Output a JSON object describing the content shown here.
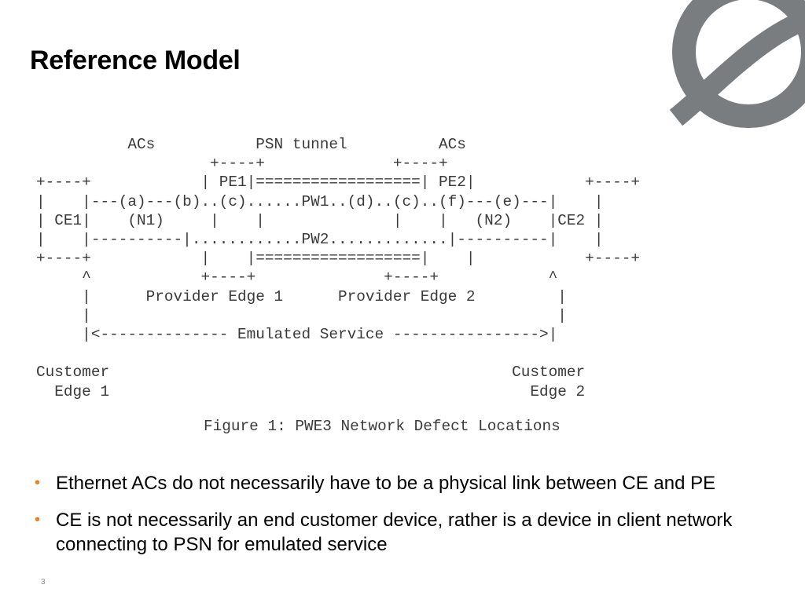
{
  "slide": {
    "title": "Reference Model",
    "page_number": "3",
    "bullet_color": "#f07f1e",
    "logo_color": "#7a7d80"
  },
  "figure": {
    "diagram_lines": [
      "          ACs           PSN tunnel          ACs",
      "                   +----+              +----+",
      "+----+            | PE1|==================| PE2|            +----+",
      "|    |---(a)---(b)..(c)......PW1..(d)..(c)..(f)---(e)---|    |",
      "| CE1|    (N1)     |    |              |    |   (N2)    |CE2 |",
      "|    |----------|............PW2.............|----------|    |",
      "+----+            |    |==================|    |            +----+",
      "     ^            +----+              +----+            ^",
      "     |      Provider Edge 1      Provider Edge 2         |",
      "     |                                                   |",
      "     |<-------------- Emulated Service ---------------->|",
      "",
      "Customer                                            Customer",
      "  Edge 1                                              Edge 2"
    ],
    "caption": "Figure 1: PWE3 Network Defect Locations"
  },
  "bullets": [
    "Ethernet ACs do not necessarily have to be a physical link between CE and PE",
    "CE is not necessarily an end customer device, rather is a device in client network connecting to PSN for emulated service"
  ]
}
